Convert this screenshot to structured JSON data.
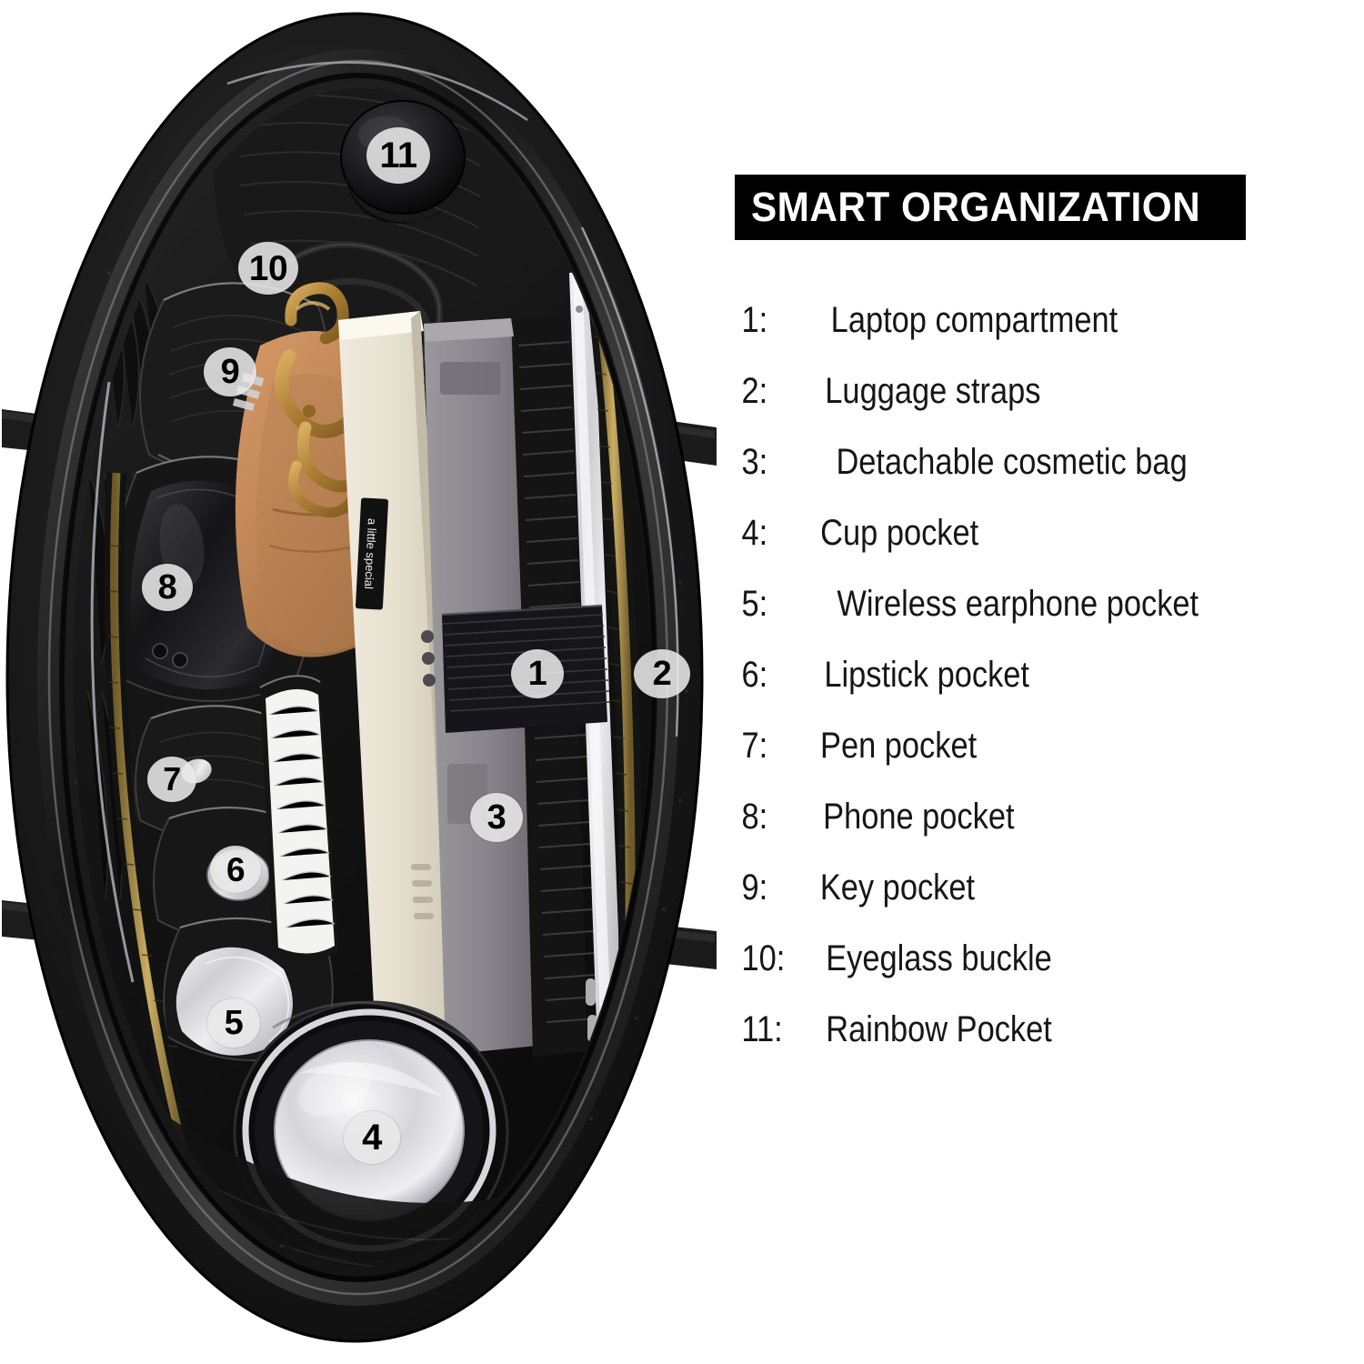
{
  "header": {
    "title": "SMART ORGANIZATION"
  },
  "features": [
    {
      "num": "1:",
      "label": " Laptop compartment"
    },
    {
      "num": "2:",
      "label": "Luggage straps"
    },
    {
      "num": "3:",
      "label": "Detachable cosmetic bag"
    },
    {
      "num": "4:",
      "label": "Cup pocket"
    },
    {
      "num": "5:",
      "label": "Wireless earphone pocket"
    },
    {
      "num": "6:",
      "label": "Lipstick pocket"
    },
    {
      "num": "7:",
      "label": "Pen pocket"
    },
    {
      "num": "8:",
      "label": "Phone pocket"
    },
    {
      "num": "9:",
      "label": "Key pocket"
    },
    {
      "num": "10:",
      "label": " Eyeglass buckle"
    },
    {
      "num": "11:",
      "label": " Rainbow Pocket"
    }
  ],
  "markers": [
    {
      "id": "1",
      "text": "1"
    },
    {
      "id": "2",
      "text": "2"
    },
    {
      "id": "3",
      "text": "3"
    },
    {
      "id": "4",
      "text": "4"
    },
    {
      "id": "5",
      "text": "5"
    },
    {
      "id": "6",
      "text": "6"
    },
    {
      "id": "7",
      "text": "7"
    },
    {
      "id": "8",
      "text": "8"
    },
    {
      "id": "9",
      "text": "9"
    },
    {
      "id": "10",
      "text": "10"
    },
    {
      "id": "11",
      "text": "11"
    }
  ],
  "product": {
    "brand_tag": "a little special",
    "colors": {
      "leather_black": "#121212",
      "lining_black": "#1d1d1d",
      "banner_black": "#000000",
      "marker_fill": "#e8e8e8",
      "text_black": "#161616",
      "notebook_cream": "#e6e0cf",
      "tablet_grey": "#8c8a8e",
      "pouch_tan": "#c08a5c",
      "hardware_gold": "#b08436",
      "steel_silver": "#d9d9dc"
    }
  }
}
